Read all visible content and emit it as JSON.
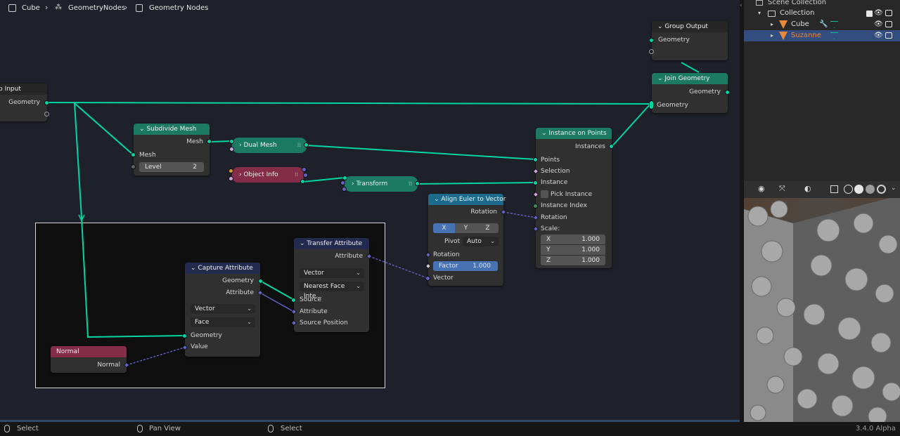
{
  "breadcrumb": {
    "object": "Cube",
    "modifier": "GeometryNodes",
    "tree": "Geometry Nodes"
  },
  "nodes": {
    "group_input": {
      "title": "p Input",
      "output": "Geometry"
    },
    "group_output": {
      "title": "Group Output",
      "input": "Geometry"
    },
    "join_geometry": {
      "title": "Join Geometry",
      "output": "Geometry",
      "input": "Geometry"
    },
    "subdivide_mesh": {
      "title": "Subdivide Mesh",
      "output": "Mesh",
      "input": "Mesh",
      "level_label": "Level",
      "level_value": "2"
    },
    "dual_mesh": {
      "title": "Dual Mesh"
    },
    "object_info": {
      "title": "Object Info"
    },
    "transform": {
      "title": "Transform"
    },
    "instance_on_points": {
      "title": "Instance on Points",
      "output": "Instances",
      "inputs": [
        "Points",
        "Selection",
        "Instance",
        "Pick Instance",
        "Instance Index",
        "Rotation",
        "Scale:"
      ],
      "scale": {
        "x_label": "X",
        "x": "1.000",
        "y_label": "Y",
        "y": "1.000",
        "z_label": "Z",
        "z": "1.000"
      }
    },
    "align_euler": {
      "title": "Align Euler to Vector",
      "output": "Rotation",
      "axes": [
        "X",
        "Y",
        "Z"
      ],
      "pivot_label": "Pivot",
      "pivot_value": "Auto",
      "inputs": [
        "Rotation",
        "Vector"
      ],
      "factor_label": "Factor",
      "factor_value": "1.000"
    },
    "transfer_attribute": {
      "title": "Transfer Attribute",
      "output": "Attribute",
      "data_type": "Vector",
      "mapping": "Nearest Face Inte...",
      "inputs": [
        "Source",
        "Attribute",
        "Source Position"
      ]
    },
    "capture_attribute": {
      "title": "Capture Attribute",
      "outputs": [
        "Geometry",
        "Attribute"
      ],
      "data_type": "Vector",
      "domain": "Face",
      "inputs": [
        "Geometry",
        "Value"
      ]
    },
    "normal": {
      "title": "Normal",
      "output": "Normal"
    }
  },
  "outliner": {
    "root": "Scene Collection",
    "collection": "Collection",
    "items": [
      "Cube",
      "Suzanne"
    ]
  },
  "statusbar": {
    "left": "Select",
    "middle": "Pan View",
    "right": "Select",
    "version": "3.4.0 Alpha"
  },
  "colors": {
    "geometry_socket": "#00d6a3",
    "vector_socket": "#6363c7",
    "geo_header": "#1c7a63",
    "input_header": "#832d49",
    "converter_header": "#1d6b8c",
    "selected_row": "#334d80",
    "suzanne_text": "#e8893a"
  }
}
